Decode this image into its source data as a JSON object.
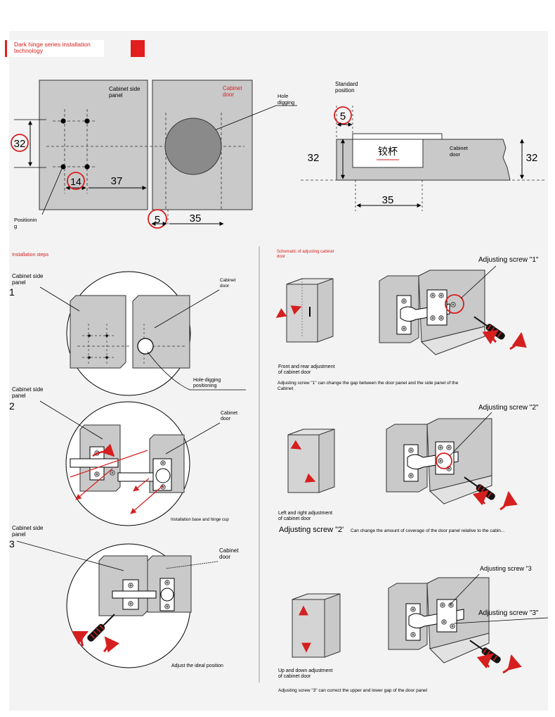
{
  "header": {
    "title_line1": "Dark hinge series installation",
    "title_line2": "technology"
  },
  "top_left": {
    "cabinet_side_panel": [
      "Cabinet side",
      "panel"
    ],
    "cabinet_door": [
      "Cabinet",
      "door"
    ],
    "hole_digging": [
      "Hole",
      "digging"
    ],
    "positioning": [
      "Positionin",
      "g"
    ],
    "dim_32": "32",
    "dim_14": "14",
    "dim_37": "37",
    "dim_5": "5",
    "dim_35": "35"
  },
  "top_right": {
    "standard_position": [
      "Standard",
      "position"
    ],
    "dim_5": "5",
    "dim_32_left": "32",
    "dim_32_right": "32",
    "dim_35": "35",
    "cup_label": "铰杯",
    "cabinet_door": [
      "Cabinet",
      "door"
    ]
  },
  "steps": {
    "title": "Installation steps",
    "step1": {
      "num": "1",
      "side": [
        "Cabinet side",
        "panel"
      ],
      "door": [
        "Cabinet",
        "door"
      ],
      "caption": [
        "Hole-digging",
        "positioning"
      ]
    },
    "step2": {
      "num": "2",
      "side": [
        "Cabinet side",
        "panel"
      ],
      "door": [
        "Cabinet",
        "door"
      ],
      "caption": "Installation base and hinge cup"
    },
    "step3": {
      "num": "3",
      "side": [
        "Cabinet side",
        "panel"
      ],
      "door": [
        "Cabinet",
        "door"
      ],
      "caption": "Adjust the ideal position"
    }
  },
  "adjust": {
    "title": [
      "Schematic of adjusting cabinet",
      "door"
    ],
    "a1": {
      "screw": "Adjusting screw \"1\"",
      "caption": [
        "Front and rear adjustment",
        "of cabinet door"
      ],
      "desc": [
        "Adjusting screw \"1\" can change the gap between the door panel and the side panel of the",
        "Cabinet"
      ]
    },
    "a2": {
      "screw": "Adjusting screw \"2\"",
      "caption": [
        "Left and right adjustment",
        "of cabinet door"
      ],
      "desc_big": "Adjusting screw \"2'",
      "desc": "Can change the amount of coverage of the door panel relative to the cabin..."
    },
    "a3": {
      "screw_top": "Adjusting screw \"3",
      "screw": "Adjusting screw \"3\"",
      "caption": [
        "Up and down adjustment",
        "of cabinet door"
      ],
      "desc": "Adjusting screw \"3\" can correct the upper and lower gap of the door panel"
    }
  }
}
